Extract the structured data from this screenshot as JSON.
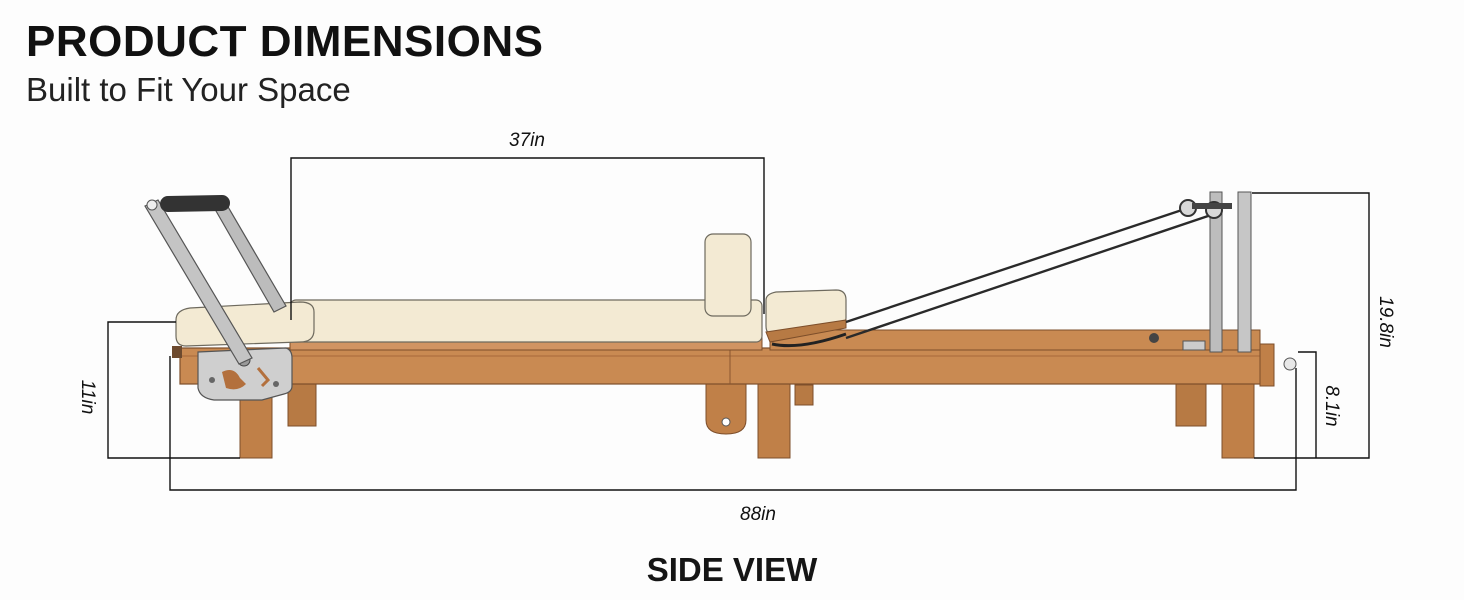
{
  "header": {
    "title": "PRODUCT DIMENSIONS",
    "subtitle": "Built to Fit Your Space"
  },
  "dimensions": {
    "carriage_length": "37in",
    "overall_length": "88in",
    "frame_height": "11in",
    "tower_height": "19.8in",
    "footbar_height": "8.1in"
  },
  "caption": "SIDE VIEW",
  "colors": {
    "wood": "#c98a52",
    "wood_dark": "#a8683a",
    "cushion": "#f3ead3",
    "metal": "#b9b9b9",
    "line": "#111111"
  }
}
